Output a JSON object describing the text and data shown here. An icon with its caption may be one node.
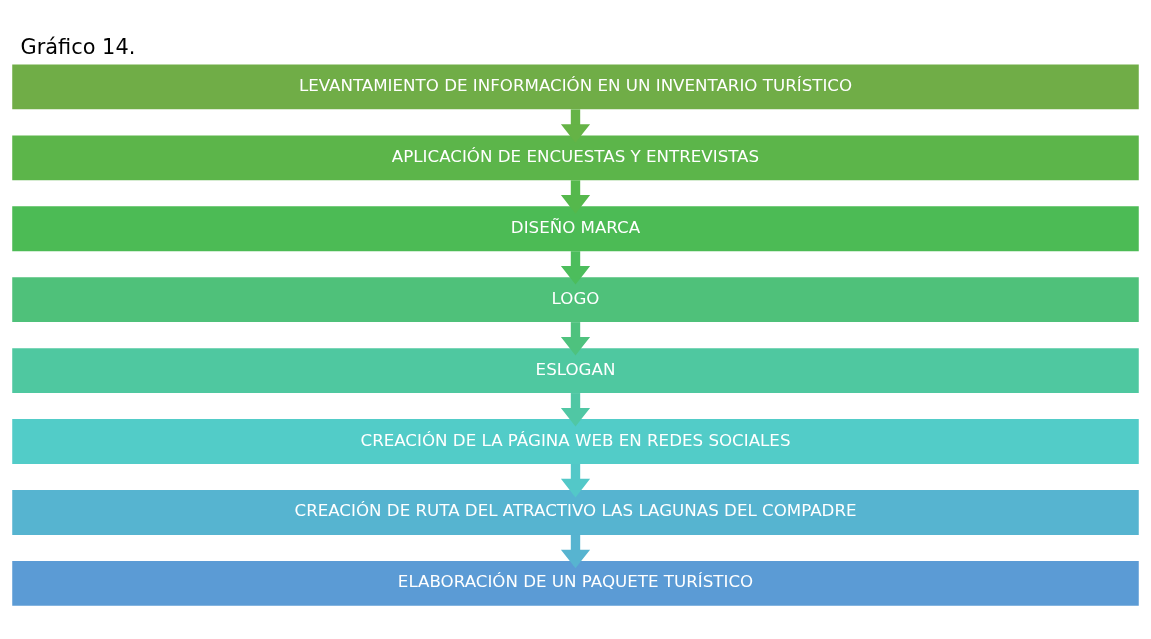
{
  "diagram": {
    "title": "Gráfico 14.",
    "nodes": [
      {
        "text": [
          "LEVANTAMIENTO DE INFORMACIÓN EN UN INVENTARIO TURÍSTICO"
        ]
      },
      {
        "text": [
          "APLICACIÓN DE ENCUESTAS Y ENTREVISTAS"
        ]
      },
      {
        "text": [
          "DISEÑO MARCA"
        ]
      },
      {
        "text": [
          "LOGO"
        ]
      },
      {
        "text": [
          "ESLOGAN"
        ]
      },
      {
        "text": [
          "CREACIÓN DE LA PÁGINA WEB EN REDES SOCIALES"
        ]
      },
      {
        "text": [
          "CREACIÓN DE RUTA DEL ATRACTIVO LAS LAGUNAS DEL COMPADRE"
        ]
      },
      {
        "text": [
          "ELABORACIÓN DE UN PAQUETE TURÍSTICO"
        ]
      }
    ],
    "edges": [
      {
        "from": 0,
        "to": 1,
        "arrow": "to",
        "color": "#65b346"
      },
      {
        "from": 1,
        "to": 2,
        "arrow": "to",
        "color": "#55b84c"
      },
      {
        "from": 2,
        "to": 3,
        "arrow": "to",
        "color": "#4cbd5c"
      },
      {
        "from": 3,
        "to": 4,
        "arrow": "to",
        "color": "#4ec27e"
      },
      {
        "from": 4,
        "to": 5,
        "arrow": "to",
        "color": "#50c7a4"
      },
      {
        "from": 5,
        "to": 6,
        "arrow": "to",
        "color": "#53c8c8"
      },
      {
        "from": 6,
        "to": 7,
        "arrow": "to",
        "color": "#57b4d0"
      }
    ]
  }
}
